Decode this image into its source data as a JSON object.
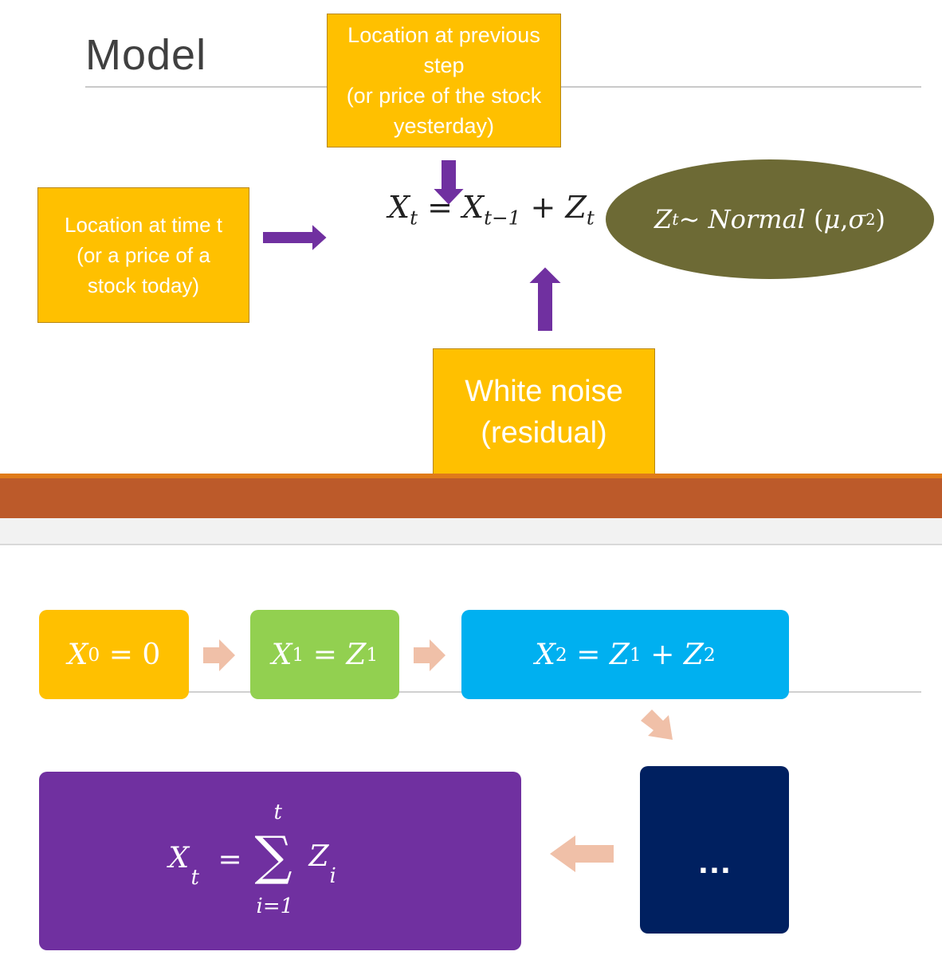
{
  "title": "Model",
  "top_box": {
    "text": "Location at previous step\n(or price of the stock yesterday)",
    "line1": "Location at previous",
    "line2": "step",
    "line3": "(or price of the stock",
    "line4": "yesterday)"
  },
  "left_box": {
    "line1": "Location at time t",
    "line2": "(or a price of a",
    "line3": "stock today)"
  },
  "bottom_box": {
    "line1": "White noise",
    "line2": "(residual)"
  },
  "equation": {
    "lhs": "X",
    "lhs_sub": "t",
    "equals": "=",
    "term1": "X",
    "term1_sub": "t−1",
    "plus": "+",
    "term2": "Z",
    "term2_sub": "t"
  },
  "distribution": {
    "var": "Z",
    "var_sub": "t",
    "tilde": "~",
    "name": "Normal",
    "params_open": "(",
    "mu": "μ",
    "comma": ",",
    "sigma": "σ",
    "sigma_sup": "2",
    "params_close": ")"
  },
  "chain": {
    "x0": {
      "var": "X",
      "sub": "0",
      "rhs": "= 0"
    },
    "x1": {
      "var": "X",
      "sub": "1",
      "rhs": "= Z",
      "rhs_sub": "1"
    },
    "x2": {
      "var": "X",
      "sub": "2",
      "rhs": "= Z",
      "rhs_sub": "1",
      "plus": "+ Z",
      "plus_sub": "2"
    },
    "ellipsis": "…",
    "sum": {
      "var": "X",
      "sub": "t",
      "equals": "=",
      "sigma": "∑",
      "upper": "t",
      "lower": "i=1",
      "term": "Z",
      "term_sub": "i"
    }
  },
  "colors": {
    "orange_box": "#ffc000",
    "ellipse": "#6d6a35",
    "arrow": "#7030a0",
    "green": "#92d050",
    "blue": "#00b0f0",
    "navy": "#002060",
    "purple": "#7030a0",
    "band": "#bc5a2a",
    "chain_arrow": "#f0c0a8"
  }
}
